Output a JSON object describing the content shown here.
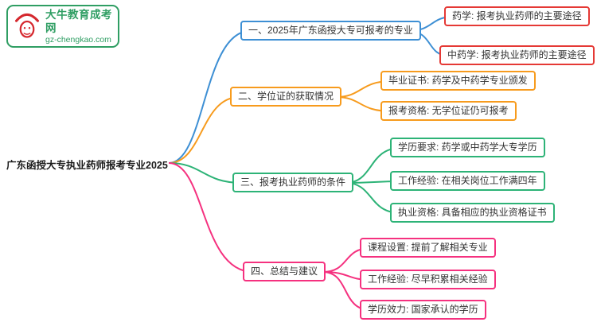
{
  "logo": {
    "title": "大牛教育成考网",
    "subtitle": "gz-chengkao.com",
    "icon": "ox-icon",
    "brand_color": "#2f9e63",
    "icon_color": "#d5282e"
  },
  "root": {
    "label": "广东函授大专执业药师报考专业2025"
  },
  "colors": {
    "branch1": "#3d8fd4",
    "branch1_children": "#e53935",
    "branch2": "#f79b1d",
    "branch3": "#2db377",
    "branch4": "#f5317f"
  },
  "branches": [
    {
      "label": "一、2025年广东函授大专可报考的专业",
      "color": "#3d8fd4",
      "children": [
        {
          "label": "药学: 报考执业药师的主要途径",
          "color": "#e53935"
        },
        {
          "label": "中药学: 报考执业药师的主要途径",
          "color": "#e53935"
        }
      ]
    },
    {
      "label": "二、学位证的获取情况",
      "color": "#f79b1d",
      "children": [
        {
          "label": "毕业证书: 药学及中药学专业颁发",
          "color": "#f79b1d"
        },
        {
          "label": "报考资格: 无学位证仍可报考",
          "color": "#f79b1d"
        }
      ]
    },
    {
      "label": "三、报考执业药师的条件",
      "color": "#2db377",
      "children": [
        {
          "label": "学历要求: 药学或中药学大专学历",
          "color": "#2db377"
        },
        {
          "label": "工作经验: 在相关岗位工作满四年",
          "color": "#2db377"
        },
        {
          "label": "执业资格: 具备相应的执业资格证书",
          "color": "#2db377"
        }
      ]
    },
    {
      "label": "四、总结与建议",
      "color": "#f5317f",
      "children": [
        {
          "label": "课程设置: 提前了解相关专业",
          "color": "#f5317f"
        },
        {
          "label": "工作经验: 尽早积累相关经验",
          "color": "#f5317f"
        },
        {
          "label": "学历效力: 国家承认的学历",
          "color": "#f5317f"
        }
      ]
    }
  ]
}
